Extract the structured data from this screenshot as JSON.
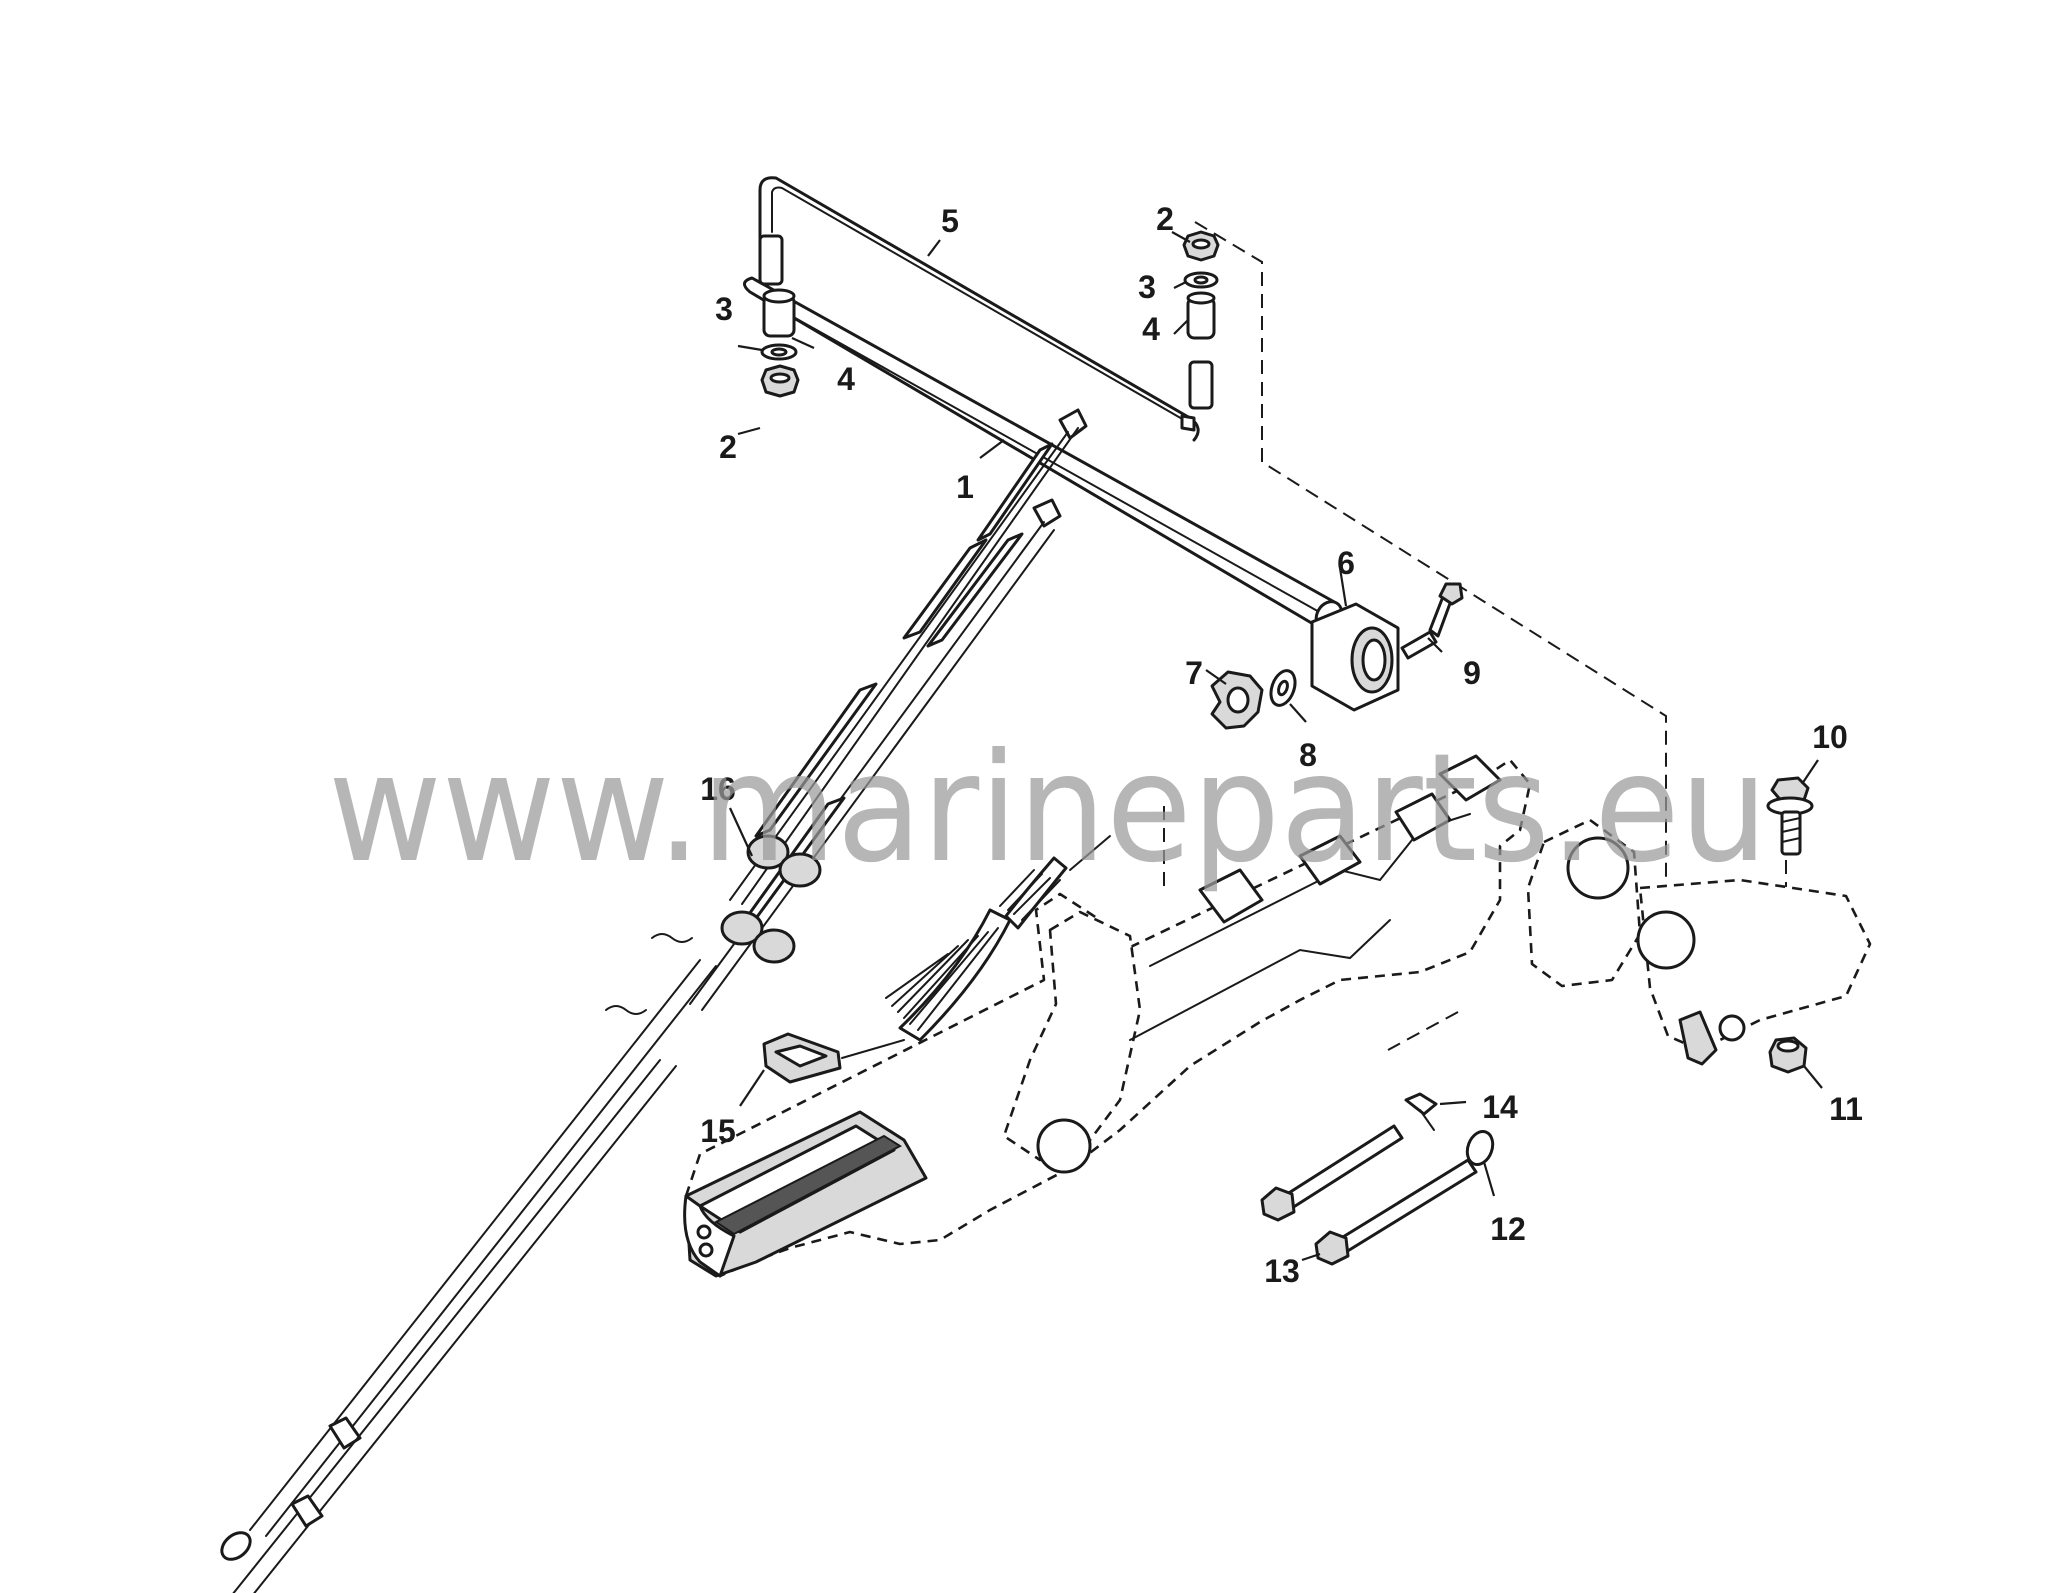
{
  "watermark": "www.marineparts.eu",
  "callouts": [
    {
      "id": "c1",
      "label": "1"
    },
    {
      "id": "c2a",
      "label": "2"
    },
    {
      "id": "c2b",
      "label": "2"
    },
    {
      "id": "c3a",
      "label": "3"
    },
    {
      "id": "c3b",
      "label": "3"
    },
    {
      "id": "c4a",
      "label": "4"
    },
    {
      "id": "c4b",
      "label": "4"
    },
    {
      "id": "c5",
      "label": "5"
    },
    {
      "id": "c6",
      "label": "6"
    },
    {
      "id": "c7",
      "label": "7"
    },
    {
      "id": "c8",
      "label": "8"
    },
    {
      "id": "c9",
      "label": "9"
    },
    {
      "id": "c10",
      "label": "10"
    },
    {
      "id": "c11",
      "label": "11"
    },
    {
      "id": "c12",
      "label": "12"
    },
    {
      "id": "c13",
      "label": "13"
    },
    {
      "id": "c14",
      "label": "14"
    },
    {
      "id": "c15",
      "label": "15"
    },
    {
      "id": "c16",
      "label": "16"
    }
  ]
}
